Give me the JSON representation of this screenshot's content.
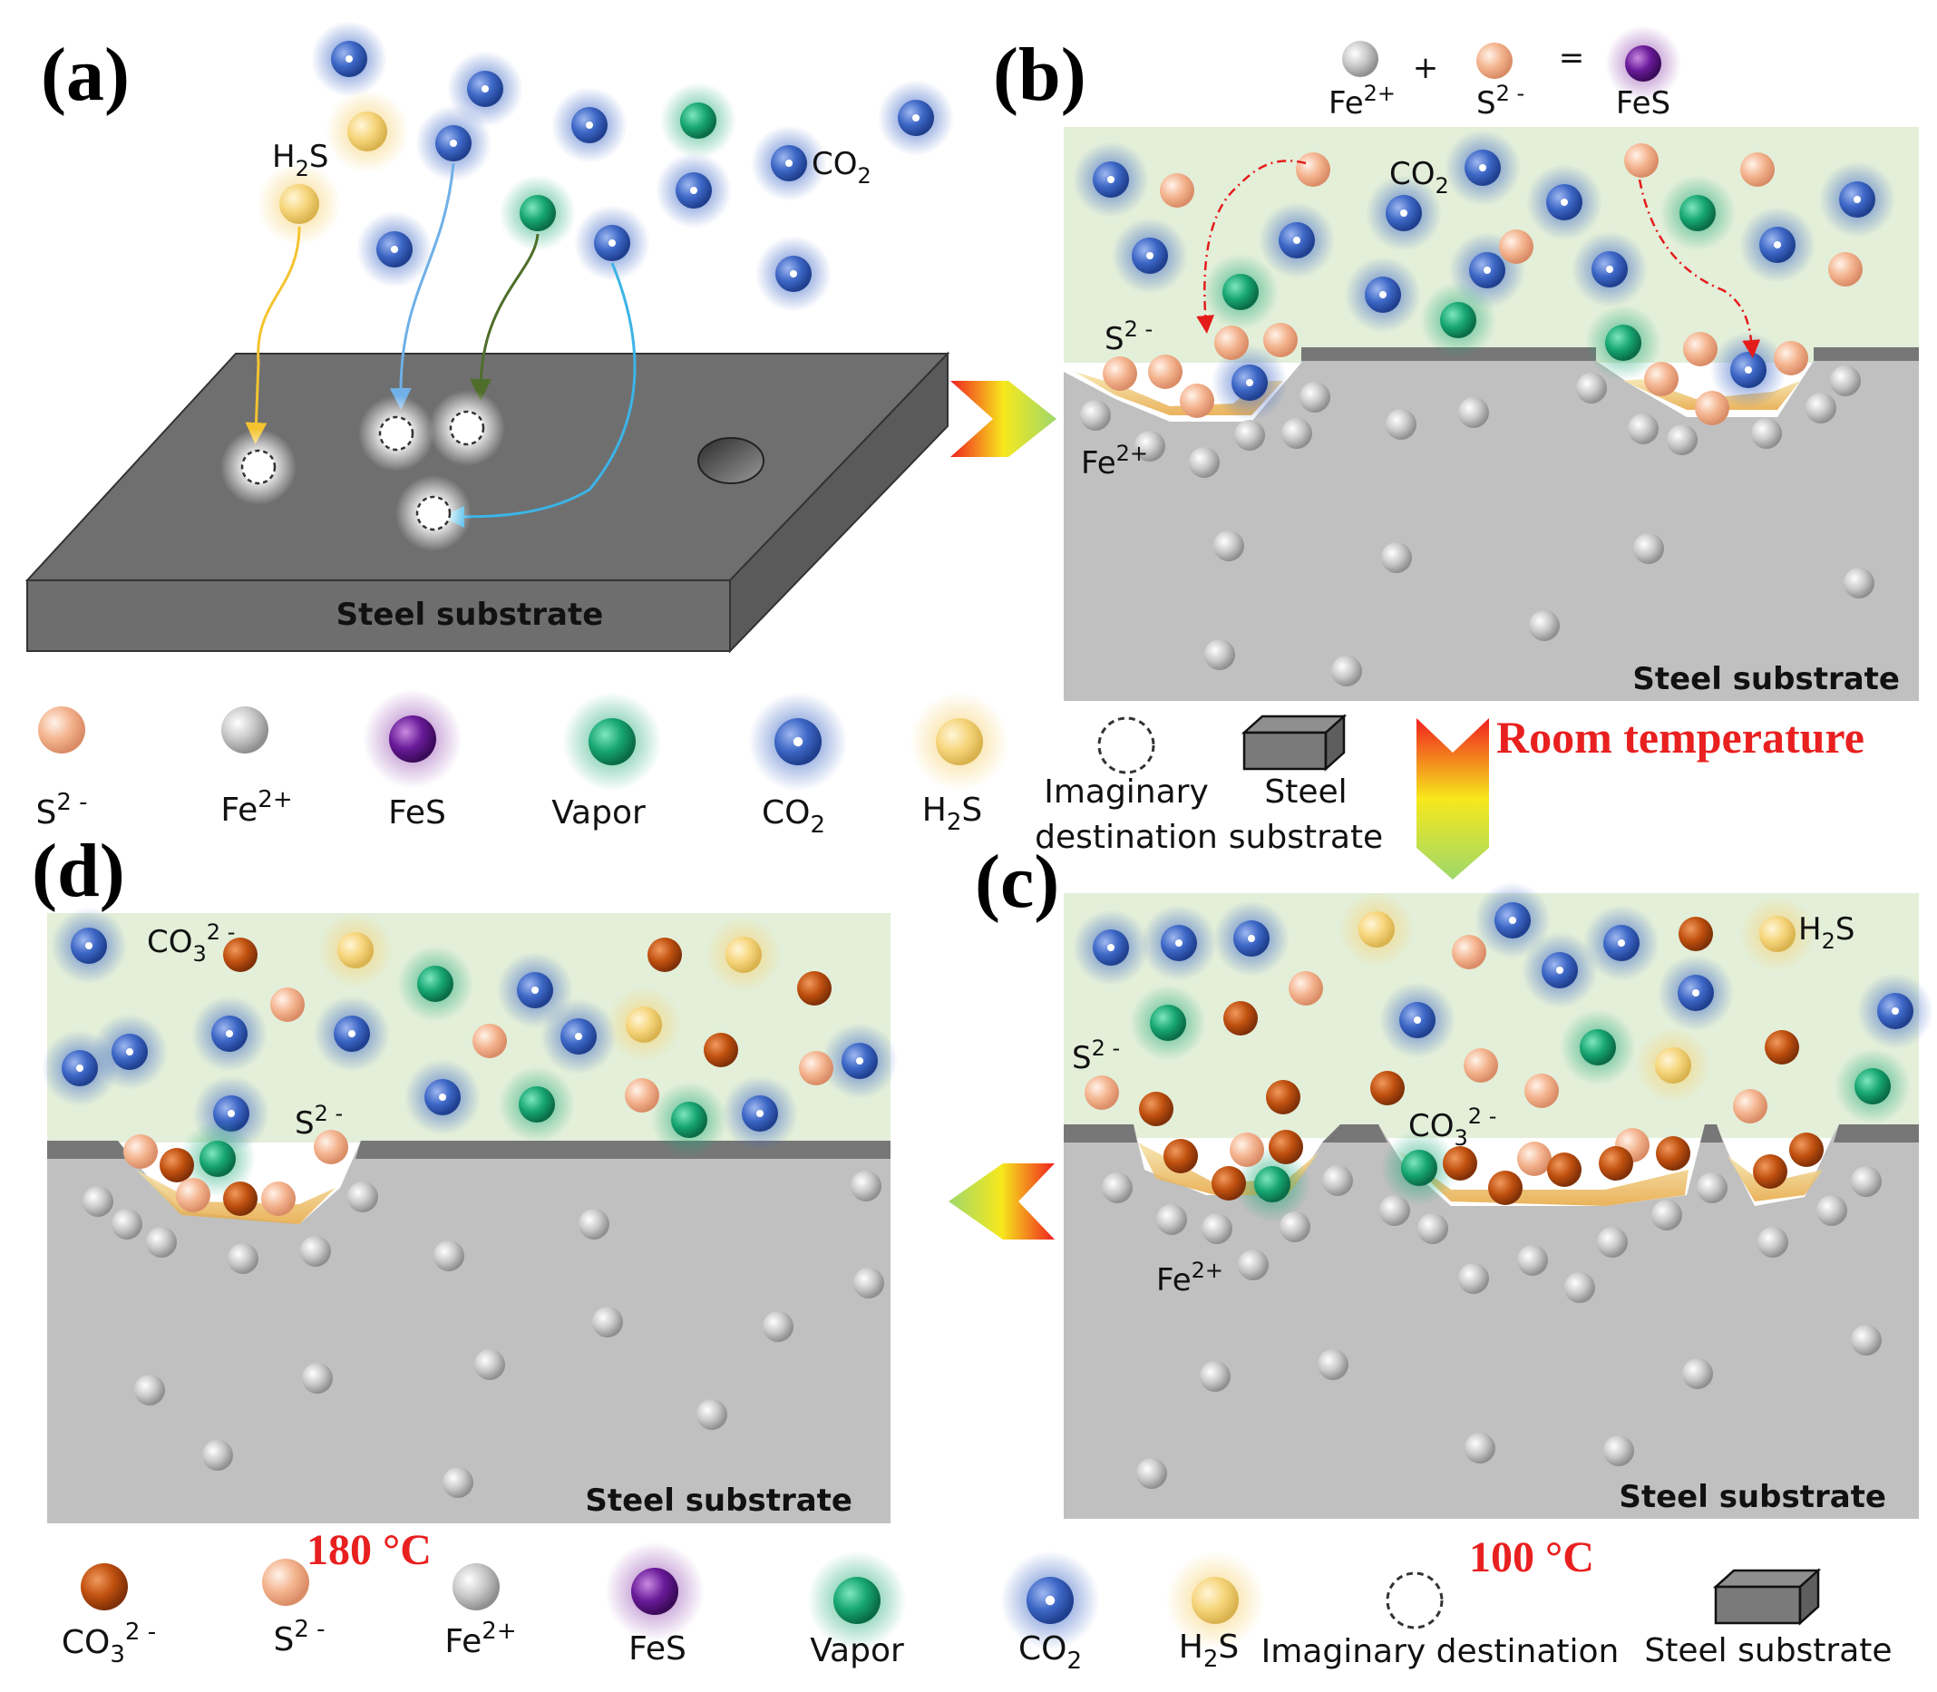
{
  "panels": {
    "a": "(a)",
    "b": "(b)",
    "c": "(c)",
    "d": "(d)"
  },
  "labels": {
    "steel_substrate": "Steel substrate",
    "h2s_main": "H",
    "h2s_sub": "2",
    "h2s_tail": "S",
    "co2_main": "CO",
    "co2_sub": "2",
    "s2_main": "S",
    "s2_sup": "2 -",
    "fe2_main": "Fe",
    "fe2_sup": "2+",
    "co3_main": "CO",
    "co3_sub": "3",
    "co3_sup": "2 -",
    "fes": "FeS",
    "plus": "+",
    "equals": "="
  },
  "conditions": {
    "room": "Room temperature",
    "c100": "100 °C",
    "c180": "180 °C"
  },
  "legend1": {
    "vapor": "Vapor",
    "imag_line1": "Imaginary",
    "imag_line2": "destination",
    "steel_line1": "Steel",
    "steel_line2": "substrate"
  },
  "legend2": {
    "vapor": "Vapor",
    "imaginary": "Imaginary destination",
    "steel": "Steel substrate"
  },
  "colors": {
    "s2": "#f4b48f",
    "fe": "#b9b9b9",
    "fes": "#6a1b9a",
    "vapor": "#17a673",
    "co2": "#3d67c6",
    "h2s": "#f6d57b",
    "co3": "#c0500f",
    "substrate": "#c0c0c0",
    "solution": "#e3efd9"
  }
}
